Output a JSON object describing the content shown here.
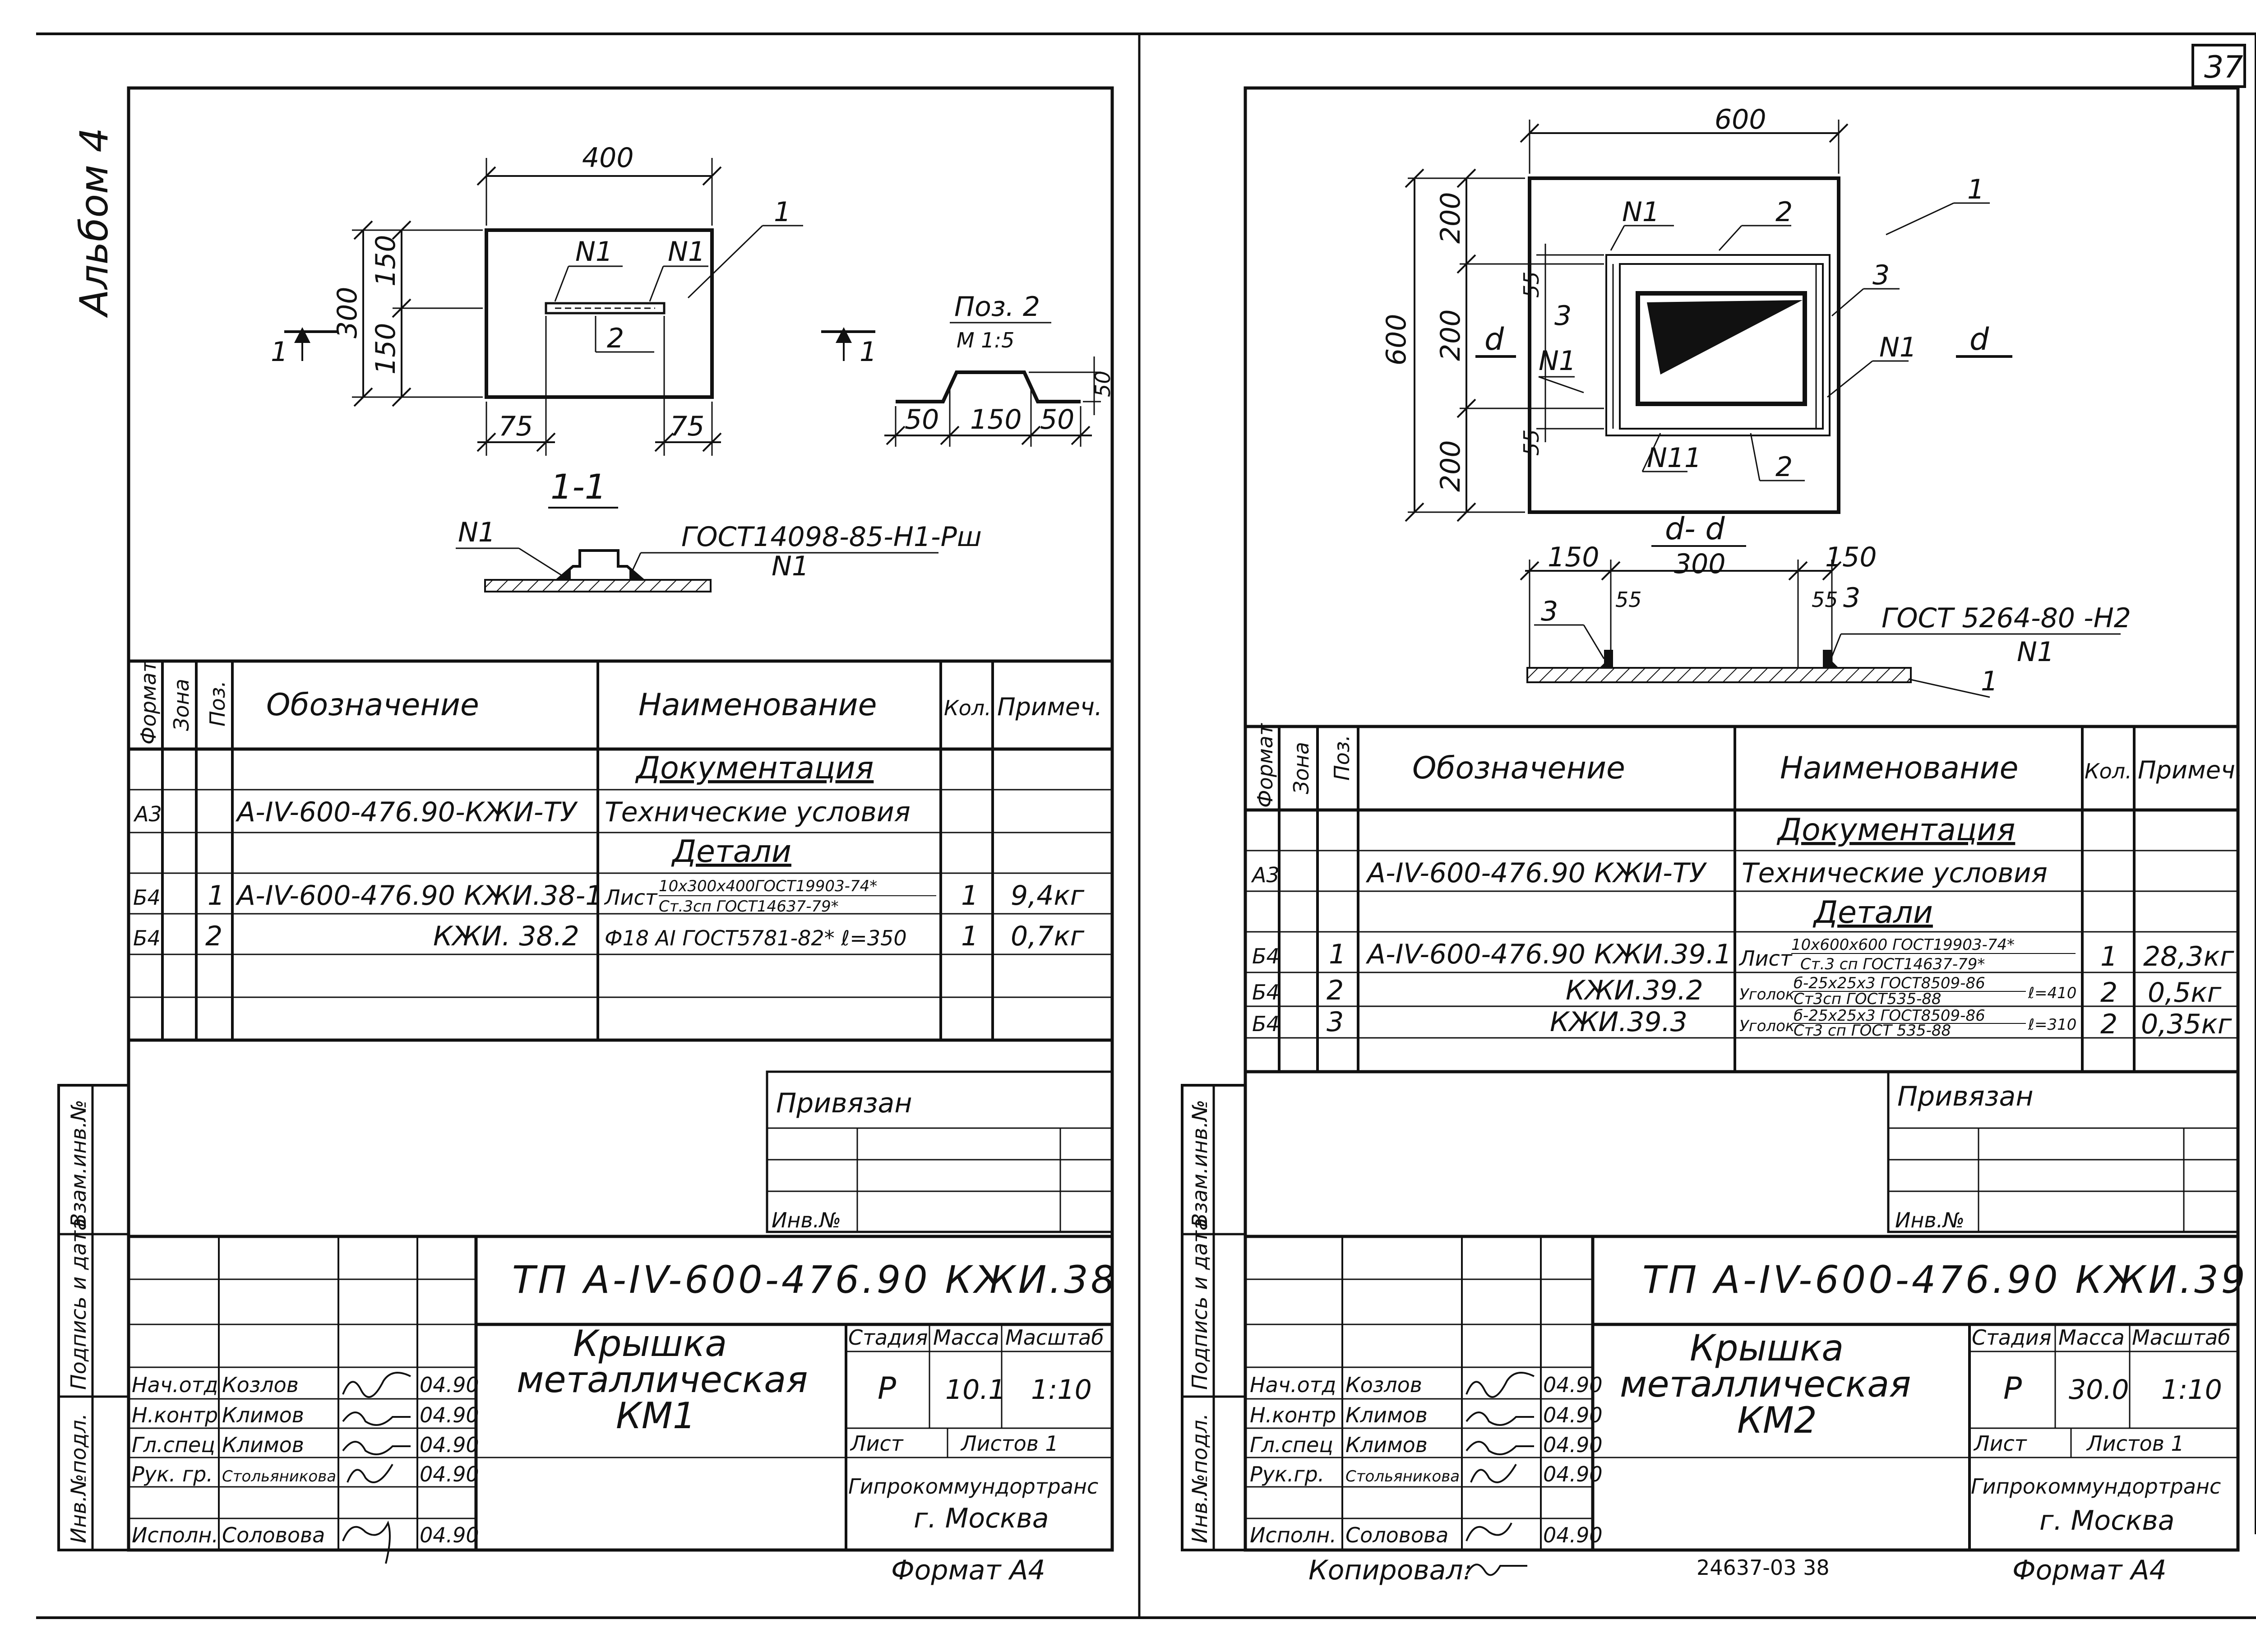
{
  "page_number": "37",
  "album": "Альбом 4",
  "left": {
    "section": "1-1",
    "dims": {
      "w": "400",
      "h": "300",
      "h1": "150",
      "h2": "150",
      "l": "75",
      "r": "75"
    },
    "callouts": {
      "n1a": "N1",
      "n1b": "N1",
      "one": "1",
      "two": "2",
      "sec": "1",
      "n1s": "N1",
      "gost": "ГОСТ14098-85-Н1-Рш",
      "n1g": "N1"
    },
    "pos2": {
      "title": "Поз. 2",
      "scale": "М 1:5",
      "d1": "50",
      "d2": "150",
      "d3": "50",
      "dh": "50"
    },
    "spec_header": {
      "format": "Формат",
      "zone": "Зона",
      "pos": "Поз.",
      "designation": "Обозначение",
      "name": "Наименование",
      "qty": "Кол.",
      "note": "Примеч."
    },
    "spec_rows": [
      {
        "format": "",
        "pos": "",
        "designation": "",
        "name": "Документация",
        "qty": "",
        "note": ""
      },
      {
        "format": "А3",
        "pos": "",
        "designation": "А-IV-600-476.90-КЖИ-ТУ",
        "name": "Технические условия",
        "qty": "",
        "note": ""
      },
      {
        "format": "",
        "pos": "",
        "designation": "",
        "name": "Детали",
        "qty": "",
        "note": ""
      },
      {
        "format": "Б4",
        "pos": "1",
        "designation": "А-IV-600-476.90 КЖИ.38-1",
        "name_a": "Лист",
        "name_top": "10х300х400ГОСТ19903-74*",
        "name_bot": "Ст.3сп ГОСТ14637-79*",
        "qty": "1",
        "note": "9,4кг"
      },
      {
        "format": "Б4",
        "pos": "2",
        "designation": "КЖИ. 38.2",
        "name": "Ф18 АI ГОСТ5781-82*  ℓ=350",
        "qty": "1",
        "note": "0,7кг"
      }
    ],
    "stamp": {
      "privyazan": "Привязан",
      "inv": "Инв.№",
      "code": "ТП  А-IV-600-476.90     КЖИ.38",
      "title1": "Крышка",
      "title2": "металлическая",
      "title3": "КМ1",
      "stage_h": "Стадия",
      "mass_h": "Масса",
      "scale_h": "Масштаб",
      "stage": "Р",
      "mass": "10.1",
      "scale": "1:10",
      "sheet": "Лист",
      "sheets": "Листов 1",
      "org1": "Гипрокоммундортранс",
      "org2": "г. Москва",
      "format": "Формат А4",
      "people": [
        {
          "role": "Нач.отд",
          "name": "Козлов",
          "date": "04.90"
        },
        {
          "role": "Н.контр",
          "name": "Климов",
          "date": "04.90"
        },
        {
          "role": "Гл.спец",
          "name": "Климов",
          "date": "04.90"
        },
        {
          "role": "Рук. гр.",
          "name": "Стольяникова",
          "date": "04.90"
        },
        {
          "role": "Исполн.",
          "name": "Соловова",
          "date": "04.90"
        }
      ]
    }
  },
  "right": {
    "section": "d- d",
    "dims": {
      "w": "600",
      "h": "600",
      "a": "200",
      "b": "200",
      "c": "200",
      "s1": "55",
      "s2": "55",
      "bl": "150",
      "bm": "300",
      "br": "150",
      "g1": "55",
      "g2": "55"
    },
    "callouts": {
      "one": "1",
      "two": "2",
      "three": "3",
      "n1": "N1",
      "n1b": "N1",
      "n1c": "N1",
      "n11": "N11",
      "two_b": "2",
      "three_b": "3",
      "d_l": "d",
      "d_r": "d",
      "s3a": "3",
      "s3b": "3",
      "gost": "ГОСТ 5264-80 -Н2",
      "n1g": "N1",
      "s1": "1"
    },
    "spec_header": {
      "format": "Формат",
      "zone": "Зона",
      "pos": "Поз.",
      "designation": "Обозначение",
      "name": "Наименование",
      "qty": "Кол.",
      "note": "Примеч."
    },
    "spec_rows": [
      {
        "format": "",
        "pos": "",
        "designation": "",
        "name": "Документация",
        "qty": "",
        "note": ""
      },
      {
        "format": "А3",
        "pos": "",
        "designation": "А-IV-600-476.90 КЖИ-ТУ",
        "name": "Технические условия",
        "qty": "",
        "note": ""
      },
      {
        "format": "",
        "pos": "",
        "designation": "",
        "name": "Детали",
        "qty": "",
        "note": ""
      },
      {
        "format": "Б4",
        "pos": "1",
        "designation": "А-IV-600-476.90  КЖИ.39.1",
        "name_a": "Лист",
        "name_top": "10х600х600  ГОСТ19903-74*",
        "name_bot": "Ст.3 сп ГОСТ14637-79*",
        "qty": "1",
        "note": "28,3кг"
      },
      {
        "format": "Б4",
        "pos": "2",
        "designation": "КЖИ.39.2",
        "name_a": "Уголок",
        "name_top": "б-25х25х3 ГОСТ8509-86",
        "name_bot": "Ст3сп ГОСТ535-88",
        "name_c": "ℓ=410",
        "qty": "2",
        "note": "0,5кг"
      },
      {
        "format": "Б4",
        "pos": "3",
        "designation": "КЖИ.39.3",
        "name_a": "Уголок",
        "name_top": "б-25х25х3 ГОСТ8509-86",
        "name_bot": "Ст3 сп ГОСТ 535-88",
        "name_c": "ℓ=310",
        "qty": "2",
        "note": "0,35кг"
      }
    ],
    "stamp": {
      "privyazan": "Привязан",
      "inv": "Инв.№",
      "code": "ТП   А-IV-600-476.90    КЖИ.39",
      "title1": "Крышка",
      "title2": "металлическая",
      "title3": "КМ2",
      "stage_h": "Стадия",
      "mass_h": "Масса",
      "scale_h": "Масштаб",
      "stage": "Р",
      "mass": "30.0",
      "scale": "1:10",
      "sheet": "Лист",
      "sheets": "Листов 1",
      "org1": "Гипрокоммундортранс",
      "org2": "г. Москва",
      "format": "Формат А4",
      "people": [
        {
          "role": "Нач.отд",
          "name": "Козлов",
          "date": "04.90"
        },
        {
          "role": "Н.контр",
          "name": "Климов",
          "date": "04.90"
        },
        {
          "role": "Гл.спец",
          "name": "Климов",
          "date": "04.90"
        },
        {
          "role": "Рук.гр.",
          "name": "Стольяникова",
          "date": "04.90"
        },
        {
          "role": "Исполн.",
          "name": "Соловова",
          "date": "04.90"
        }
      ]
    }
  },
  "side_labels": {
    "inv_podl": "Инв.№подл.",
    "podpis": "Подпись и дата",
    "vzam": "Взам.инв.№"
  },
  "footer": {
    "copied": "Копировал:",
    "number": "24637-03   38"
  }
}
